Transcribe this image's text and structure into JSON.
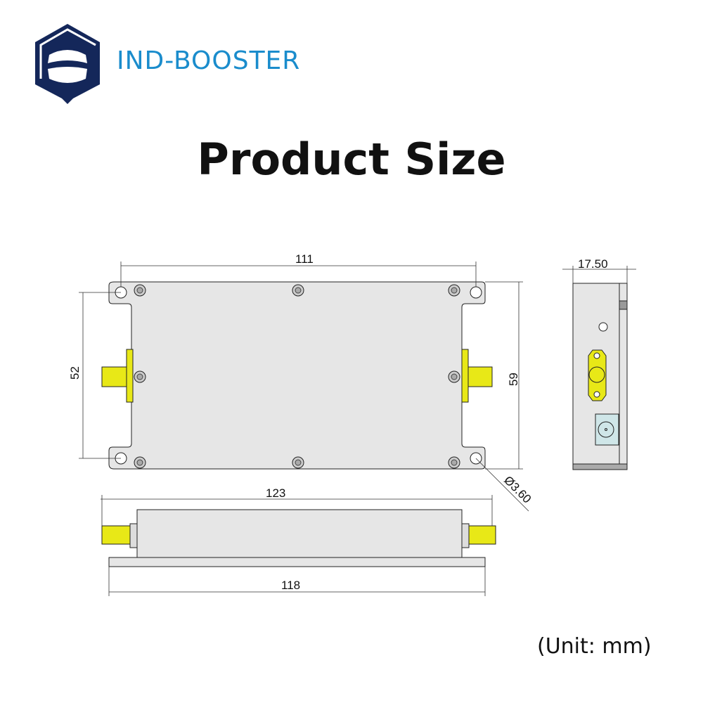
{
  "logo": {
    "brand_name": "IND-BOOSTER"
  },
  "title": "Product Size",
  "dimensions": {
    "top_view_hole_spacing_width": "111",
    "top_view_hole_spacing_height": "52",
    "top_view_plate_height": "59",
    "mount_hole_diameter": "Ø3.60",
    "side_view_thickness": "17.50",
    "front_view_overall_length": "123",
    "front_view_base_length": "118"
  },
  "unit_note": "(Unit: mm)",
  "colors": {
    "brand_blue": "#1a8ccc",
    "logo_navy": "#14275a",
    "connector_yellow": "#e8e817",
    "body_gray": "#e6e6e6"
  }
}
